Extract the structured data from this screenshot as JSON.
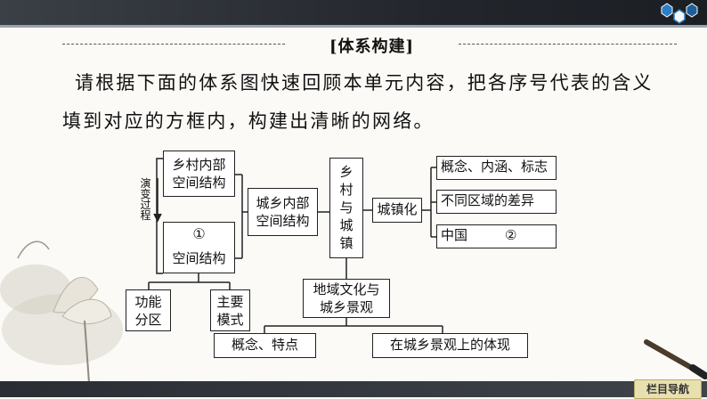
{
  "slide": {
    "section_title": "[体系构建]",
    "instruction_line1": "请根据下面的体系图快速回顾本单元内容，把各序号代表的含义",
    "instruction_line2": "填到对应的方框内，构建出清晰的网络。",
    "nav_button": "栏目导航"
  },
  "diagram": {
    "rural_spatial": "乡村内部\n空间结构",
    "evolution": "演\n变\n过\n程",
    "blank1_number": "①",
    "blank1_suffix": "空间结构",
    "urban_rural_spatial": "城乡内部\n空间结构",
    "functional_zone": "功能\n分区",
    "main_pattern": "主要\n模式",
    "root": "乡\n村\n与\n城\n镇",
    "urbanization": "城镇化",
    "concept_connotation": "概念、内涵、标志",
    "regional_diff": "不同区域的差异",
    "china": "中国",
    "blank2_number": "②",
    "regional_culture": "地域文化与\n城乡景观",
    "concept_features": "概念、特点",
    "landscape_reflection": "在城乡景观上的体现"
  },
  "colors": {
    "top_bar": "#23272d",
    "hex_blue": "#2b7fc4",
    "nav_button": "#e9e0b0"
  }
}
